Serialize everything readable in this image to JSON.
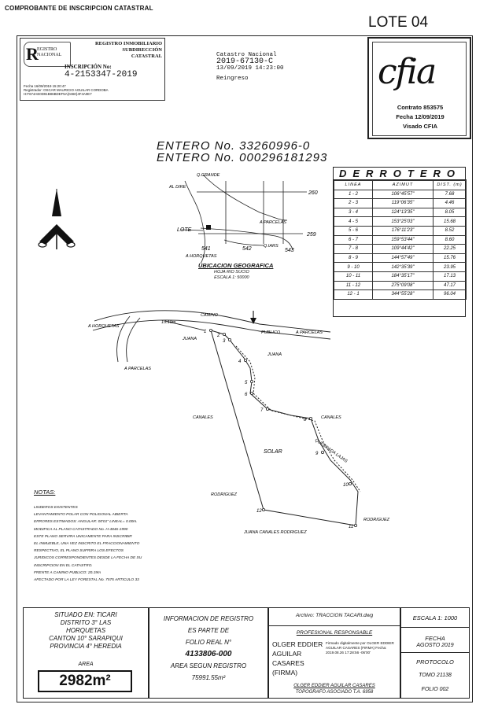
{
  "header": {
    "doc_title": "COMPROBANTE DE INSCRIPCION CATASTRAL",
    "lote": "LOTE 04"
  },
  "registro": {
    "logo_letter": "R",
    "logo_text": "EGISTRO\nNACIONAL",
    "title_lines": [
      "REGISTRO INMOBILIARIO",
      "SUBDIRECCIÓN",
      "CATASTRAL"
    ],
    "inscripcion_label": "INSCRIPCIÓN No:",
    "inscripcion_num": "4-2153347-2019",
    "fecha_line": "Fecha      16/09/2019 15:20:47",
    "registrador_line": "Registrador: OSCAR MAURICIO AGUILAR CORDOBA",
    "hash_line": "H:F674AE0D91B86BDEF5A(0460)4F4A0E7"
  },
  "catastro": {
    "label": "Catastro Nacional",
    "number": "2019-67130-C",
    "datetime": "13/09/2019 14:23:00",
    "status": "Reingreso"
  },
  "cfia": {
    "logo": "cfia",
    "contrato": "Contrato 853575",
    "fecha": "Fecha 12/09/2019",
    "visado": "Visado CFIA"
  },
  "entero": {
    "line1": "ENTERO No. 33260996-0",
    "line2": "ENTERO No. 000296181293"
  },
  "derrotero": {
    "title": "DERROTERO",
    "headers": [
      "LINEA",
      "AZIMUT",
      "DIST. (m)"
    ],
    "rows": [
      [
        "1 - 2",
        "106°45'57\"",
        "7.68"
      ],
      [
        "2 - 3",
        "119°06'35\"",
        "4.46"
      ],
      [
        "3 - 4",
        "124°13'35\"",
        "8.05"
      ],
      [
        "4 - 5",
        "153°25'03\"",
        "15.68"
      ],
      [
        "5 - 6",
        "176°11'23\"",
        "8.52"
      ],
      [
        "6 - 7",
        "159°53'44\"",
        "8.60"
      ],
      [
        "7 - 8",
        "109°44'42\"",
        "22.25"
      ],
      [
        "8 - 9",
        "144°57'49\"",
        "15.76"
      ],
      [
        "9 - 10",
        "142°35'39\"",
        "23.95"
      ],
      [
        "10 - 11",
        "184°35'17\"",
        "17.13"
      ],
      [
        "11 - 12",
        "275°09'08\"",
        "47.17"
      ],
      [
        "12 - 1",
        "344°55'28\"",
        "96.04"
      ]
    ]
  },
  "ubicacion": {
    "title": "UBICACION GEOGRAFICA",
    "hoja": "HOJA RIO SUCIO",
    "escala": "ESCALA 1: 50000",
    "labels": {
      "quebrada": "Q.GRANDE",
      "al_dire": "AL DIRE",
      "lote": "LOTE",
      "a_parcelas": "A PARCELAS",
      "a_horquetas": "A HORQUETAS",
      "cuabas": "Q.IARS",
      "n260": "260",
      "n259": "259",
      "n541": "541",
      "n542": "542",
      "n543": "543"
    }
  },
  "plano": {
    "a_horquetas": "A\nHORQUETAS",
    "a_parcelas_left": "A PARCELAS",
    "camino": "CAMINO",
    "dist_road": "15.19m",
    "juana_top": "JUANA",
    "publico": "PUBLICO",
    "a_parcelas_right": "A PARCELAS",
    "juana_right": "JUANA",
    "canales_left": "CANALES",
    "canales_right": "CANALES",
    "solar": "SOLAR",
    "quebrada": "QUEBRADA LAJAS",
    "rodriguez_left": "RODRIGUEZ",
    "rodriguez_right": "RODRIGUEZ",
    "bottom_owner": "JUANA CANALES RODRIGUEZ",
    "points": [
      "1",
      "2",
      "3",
      "4",
      "5",
      "6",
      "7",
      "8",
      "9",
      "10",
      "11",
      "12"
    ]
  },
  "notas": {
    "title": "NOTAS:",
    "lines": [
      "LINDEROS EXISTENTES",
      "LEVANTAMIENTO POLAR CON POLIGONAL ABIERTA",
      "ERRORES ESTIMADOS: ANGULAR: 00'01\"   LINEAL= 0.00m.",
      "MODIFICA AL PLANO CATASTRADO No. H-4846-1990",
      "ESTE PLANO SERVIRA UNICAMENTE PARA INSCRIBIR",
      "EL INMUEBLE, UNA VEZ INSCRITO EL FRACCIONAMIENTO",
      "RESPECTIVO, EL PLANO SUFRIRA LOS EFECTOS",
      "JURIDICOS CORRESPONDIENTES DESDE LA FECHA DE SU",
      "INSCRIPCION EN EL CATASTRO.",
      "FRENTE A CAMINO PUBLICO: 20.19m",
      "AFECTADO POR LA LEY FORESTAL No. 7575 ARTICULO 33"
    ]
  },
  "titleblock": {
    "situado": [
      "SITUADO EN: TICARI",
      "DISTRITO 3° LAS",
      "HORQUETAS",
      "CANTON 10° SARAPIQUI",
      "PROVINCIA 4° HEREDIA"
    ],
    "area_label": "AREA",
    "area_value": "2982m²",
    "info_lines": [
      "INFORMACION DE REGISTRO",
      "ES PARTE DE",
      "FOLIO REAL N°"
    ],
    "folio": "4133806-000",
    "area_registro_label": "AREA SEGUN REGISTRO",
    "area_registro": "75991.55m²",
    "archivo": "Archivo: TRACCION TACARI.dwg",
    "profesional_label": "PROFESIONAL RESPONSABLE",
    "firmante_name": "OLGER EDDIER AGUILAR CASARES (FIRMA)",
    "firma_digital": "Firmado digitalmente por OLGER EDDIER AGUILAR CASARES (FIRMA) Fecha: 2019.08.26 17:28:56 -06'00'",
    "topografo_1": "OLGER EDDIER AGUILAR CASARES",
    "topografo_2": "TOPOGRAFO ASOCIADO T.A. 6958",
    "escala": "ESCALA 1: 1000",
    "fecha_label": "FECHA",
    "fecha_value": "AGOSTO 2019",
    "protocolo": "PROTOCOLO",
    "tomo": "TOMO 21138",
    "folio_002": "FOLIO 002"
  }
}
